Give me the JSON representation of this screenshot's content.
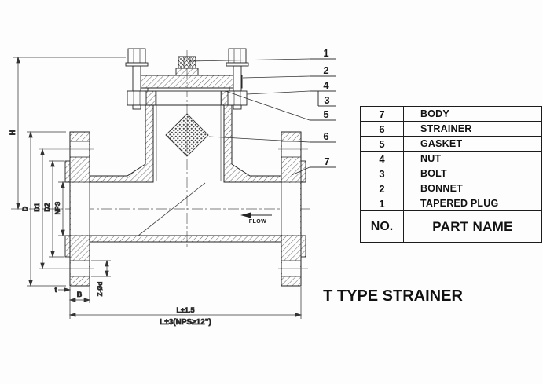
{
  "drawing": {
    "title": "T TYPE STRAINER",
    "flow_label": "FLOW",
    "callouts": [
      "1",
      "2",
      "4",
      "3",
      "5",
      "6",
      "7"
    ],
    "dimensions": {
      "height": "H",
      "flange_od": "D",
      "bolt_circle": "D1",
      "raised_face_dia": "D2",
      "bore": "NPS",
      "face_height": "t",
      "flange_thickness": "B",
      "bolt_holes": "Z-Ød",
      "length_tol": "L±1.5",
      "length_tol_12in": "L±3(NPS≥12\")"
    }
  },
  "parts_table": {
    "header": {
      "no": "NO.",
      "part_name": "PART NAME"
    },
    "rows": [
      {
        "no": "7",
        "name": "BODY"
      },
      {
        "no": "6",
        "name": "STRAINER"
      },
      {
        "no": "5",
        "name": "GASKET"
      },
      {
        "no": "4",
        "name": "NUT"
      },
      {
        "no": "3",
        "name": "BOLT"
      },
      {
        "no": "2",
        "name": "BONNET"
      },
      {
        "no": "1",
        "name": "TAPERED PLUG"
      }
    ]
  }
}
